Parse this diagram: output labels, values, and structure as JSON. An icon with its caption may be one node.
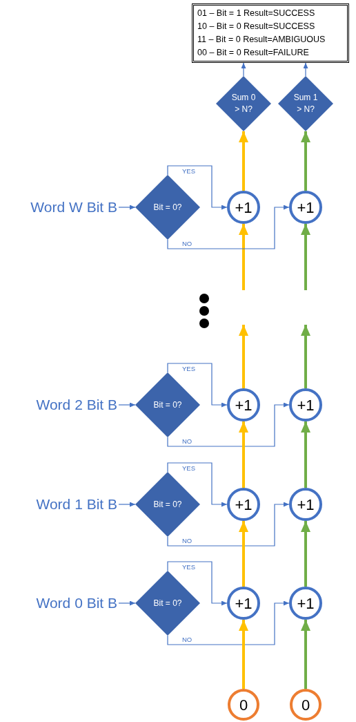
{
  "diagram": {
    "nodes": [
      {
        "text": [
          "01 – Bit = 1 Result=SUCCESS",
          "10 – Bit = 0 Result=SUCCESS",
          "11 – Bit = 0 Result=AMBIGUOUS",
          "00 – Bit = 0 Result=FAILURE"
        ]
      },
      {
        "text": [
          "Sum 0 > N?"
        ]
      },
      {
        "text": [
          "Sum 1 > N?"
        ]
      },
      {
        "text": [
          "Word W Bit B"
        ]
      },
      {
        "text": [
          "Bit = 0?"
        ]
      },
      {
        "text": [
          "+1"
        ]
      },
      {
        "text": [
          "+1"
        ]
      },
      {
        "text": [
          "Word 2 Bit B"
        ]
      },
      {
        "text": [
          "Bit = 0?"
        ]
      },
      {
        "text": [
          "+1"
        ]
      },
      {
        "text": [
          "+1"
        ]
      },
      {
        "text": [
          "Word 1 Bit B"
        ]
      },
      {
        "text": [
          "Bit = 0?"
        ]
      },
      {
        "text": [
          "+1"
        ]
      },
      {
        "text": [
          "+1"
        ]
      },
      {
        "text": [
          "Word 0 Bit B"
        ]
      },
      {
        "text": [
          "Bit = 0?"
        ]
      },
      {
        "text": [
          "+1"
        ]
      },
      {
        "text": [
          "+1"
        ]
      },
      {
        "text": [
          "0"
        ]
      },
      {
        "text": [
          "0"
        ]
      }
    ],
    "edges": [
      {
        "from": 1,
        "to": 0,
        "arrow": "to"
      },
      {
        "from": 2,
        "to": 0,
        "arrow": "to"
      },
      {
        "from": 5,
        "to": 1,
        "arrow": "to",
        "style": "thick",
        "color": "#ffc000"
      },
      {
        "from": 6,
        "to": 2,
        "arrow": "to",
        "style": "thick",
        "color": "#70ad47"
      },
      {
        "from": null,
        "to": 5,
        "arrow": "to",
        "style": "thick",
        "color": "#ffc000"
      },
      {
        "from": null,
        "to": 6,
        "arrow": "to",
        "style": "thick",
        "color": "#70ad47"
      },
      {
        "from": 3,
        "to": 4,
        "arrow": "to"
      },
      {
        "from": 4,
        "to": 5,
        "arrow": "to",
        "label": "YES"
      },
      {
        "from": 4,
        "to": 6,
        "arrow": "to",
        "label": "NO"
      },
      {
        "from": 9,
        "to": null,
        "arrow": "to",
        "style": "thick",
        "color": "#ffc000"
      },
      {
        "from": 10,
        "to": null,
        "arrow": "to",
        "style": "thick",
        "color": "#70ad47"
      },
      {
        "from": 7,
        "to": 8,
        "arrow": "to"
      },
      {
        "from": 8,
        "to": 9,
        "arrow": "to",
        "label": "YES"
      },
      {
        "from": 8,
        "to": 10,
        "arrow": "to",
        "label": "NO"
      },
      {
        "from": 13,
        "to": 9,
        "arrow": "to",
        "style": "thick",
        "color": "#ffc000"
      },
      {
        "from": 14,
        "to": 10,
        "arrow": "to",
        "style": "thick",
        "color": "#70ad47"
      },
      {
        "from": 11,
        "to": 12,
        "arrow": "to"
      },
      {
        "from": 12,
        "to": 13,
        "arrow": "to",
        "label": "YES"
      },
      {
        "from": 12,
        "to": 14,
        "arrow": "to",
        "label": "NO"
      },
      {
        "from": 17,
        "to": 13,
        "arrow": "to",
        "style": "thick",
        "color": "#ffc000"
      },
      {
        "from": 18,
        "to": 14,
        "arrow": "to",
        "style": "thick",
        "color": "#70ad47"
      },
      {
        "from": 15,
        "to": 16,
        "arrow": "to"
      },
      {
        "from": 16,
        "to": 17,
        "arrow": "to",
        "label": "YES"
      },
      {
        "from": 16,
        "to": 18,
        "arrow": "to",
        "label": "NO"
      },
      {
        "from": 19,
        "to": 17,
        "arrow": "to",
        "style": "thick",
        "color": "#ffc000"
      },
      {
        "from": 20,
        "to": 18,
        "arrow": "to",
        "style": "thick",
        "color": "#70ad47"
      }
    ]
  }
}
